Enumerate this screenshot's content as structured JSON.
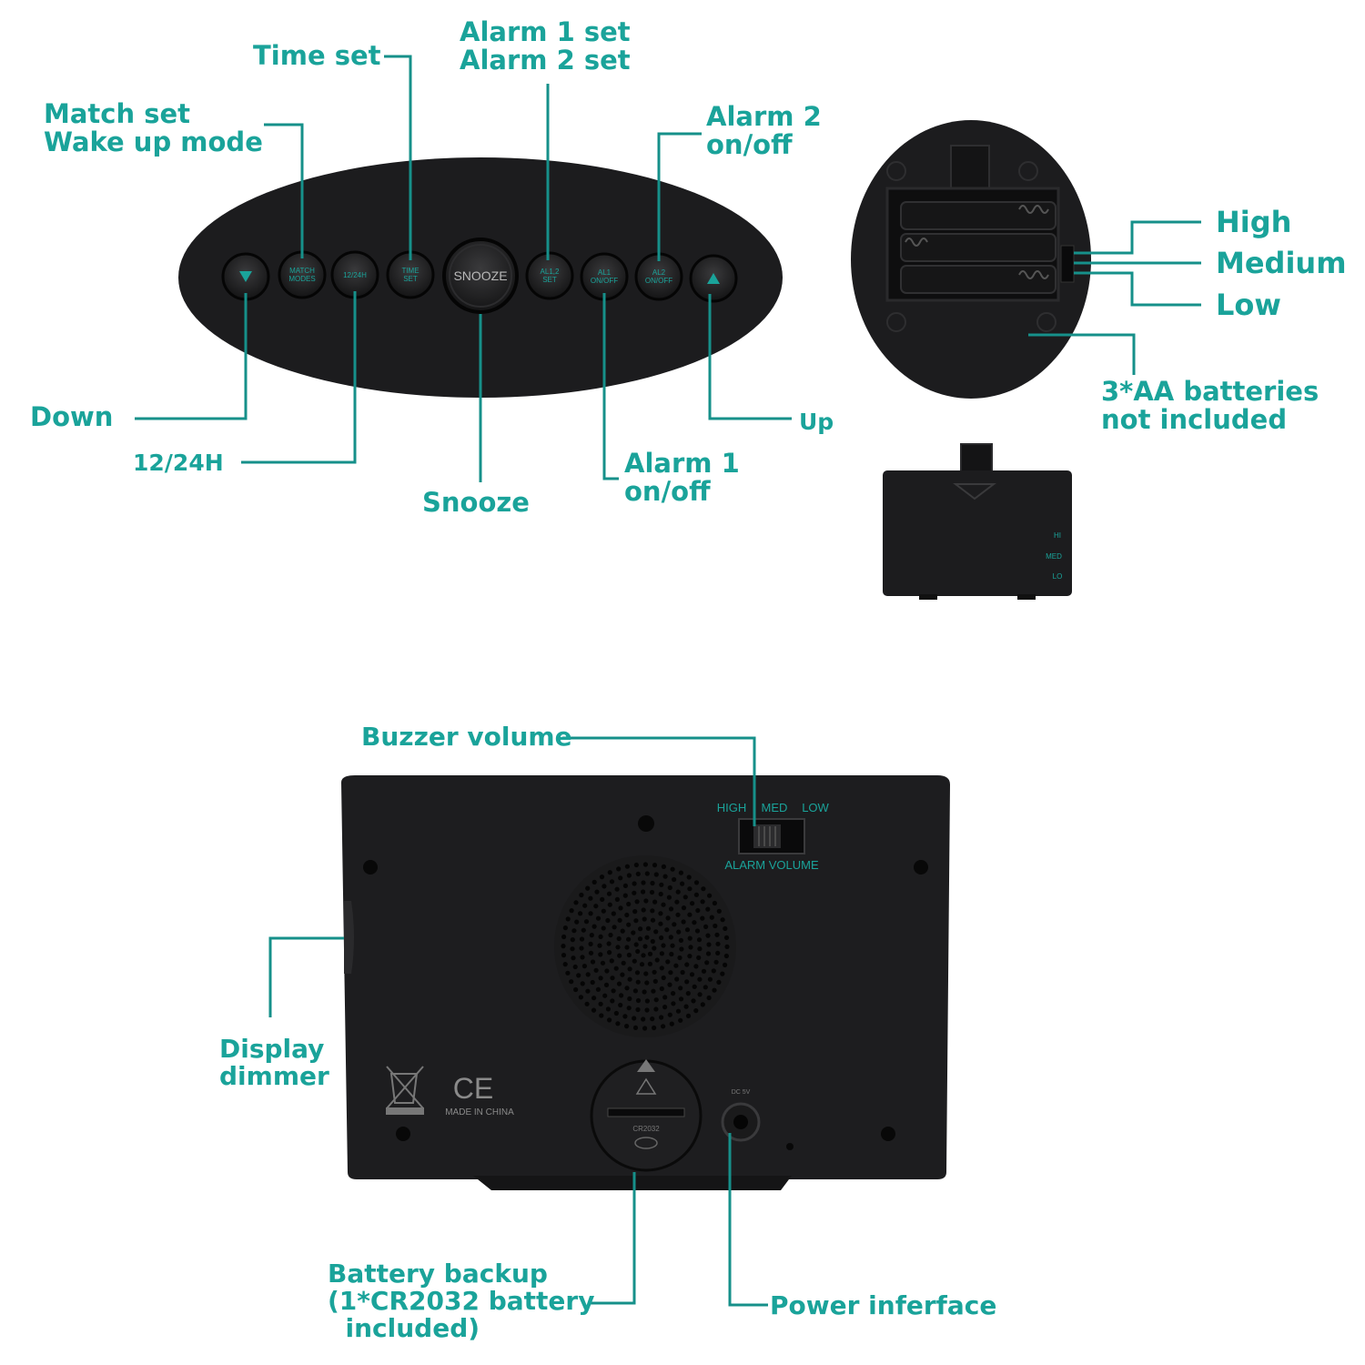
{
  "colors": {
    "label": "#1aa39a",
    "leader": "#16908a",
    "device_body": "#1c1c1e",
    "button_text": "#1aa39a"
  },
  "callouts": {
    "time_set": "Time set",
    "alarm_set": "Alarm 1 set\nAlarm 2 set",
    "match_set": "Match set\nWake up mode",
    "alarm2_onoff": "Alarm 2\non/off",
    "down": "Down",
    "h12_24": "12/24H",
    "snooze": "Snooze",
    "alarm1_onoff": "Alarm 1\non/off",
    "up": "Up",
    "high": "High",
    "medium": "Medium",
    "low": "Low",
    "batteries": "3*AA batteries\nnot included",
    "buzzer_volume": "Buzzer volume",
    "display_dimmer": "Display\ndimmer",
    "battery_backup": "Battery backup\n(1*CR2032 battery\n  included)",
    "power_interface": "Power inferface"
  },
  "buttons": {
    "down_icon": "triangle-down-icon",
    "match_modes": [
      "MATCH",
      "MODES"
    ],
    "h12_24": "12/24H",
    "time_set": [
      "TIME",
      "SET"
    ],
    "snooze": "SNOOZE",
    "al12_set": [
      "AL1,2",
      "SET"
    ],
    "al1_onoff": [
      "AL1",
      "ON/OFF"
    ],
    "al2_onoff": [
      "AL2",
      "ON/OFF"
    ],
    "up_icon": "triangle-up-icon"
  },
  "battery_door": {
    "hi": "HI",
    "med": "MED",
    "lo": "LO"
  },
  "back_panel": {
    "switch_high": "HIGH",
    "switch_med": "MED",
    "switch_low": "LOW",
    "alarm_volume": "ALARM VOLUME",
    "ce_mark": "CE",
    "made_in": "MADE IN CHINA",
    "coin_cell": "CR2032",
    "dc_label": "DC 5V"
  }
}
